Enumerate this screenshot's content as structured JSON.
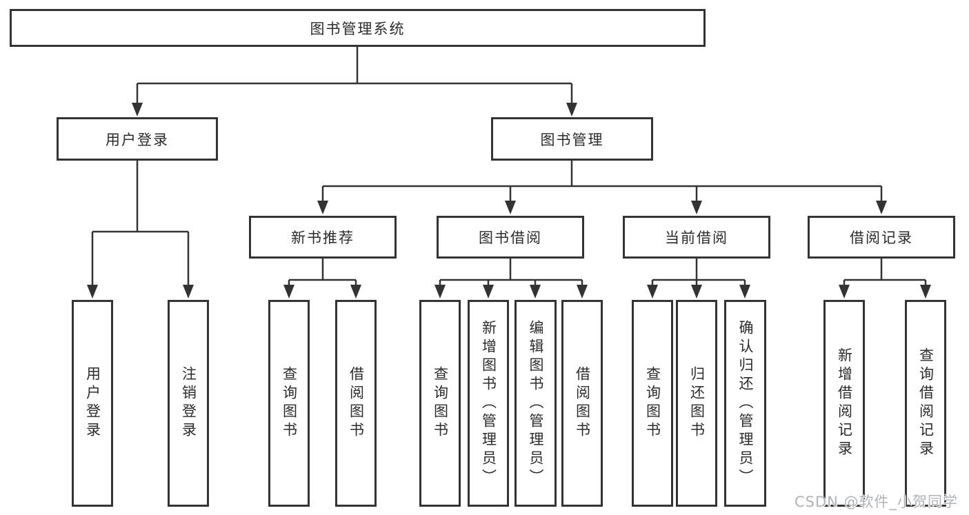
{
  "diagram": {
    "title_node": "图书管理系统",
    "level1": {
      "login": "用户登录",
      "management": "图书管理"
    },
    "level2": {
      "recommend": "新书推荐",
      "borrow": "图书借阅",
      "current": "当前借阅",
      "records": "借阅记录"
    },
    "leaves": {
      "login": [
        "用户登录",
        "注销登录"
      ],
      "recommend": [
        "查询图书",
        "借阅图书"
      ],
      "borrow": [
        "查询图书",
        "新增图书（管理员）",
        "编辑图书（管理员）",
        "借阅图书"
      ],
      "current": [
        "查询图书",
        "归还图书",
        "确认归还（管理员）"
      ],
      "records": [
        "新增借阅记录",
        "查询借阅记录"
      ]
    },
    "watermark": "CSDN @软件_小贺同学",
    "colors": {
      "line": "#333333",
      "node_border": "#333333",
      "node_text": "#2b2b2b",
      "watermark_text": "#b0b3b8",
      "background": "#ffffff"
    }
  }
}
